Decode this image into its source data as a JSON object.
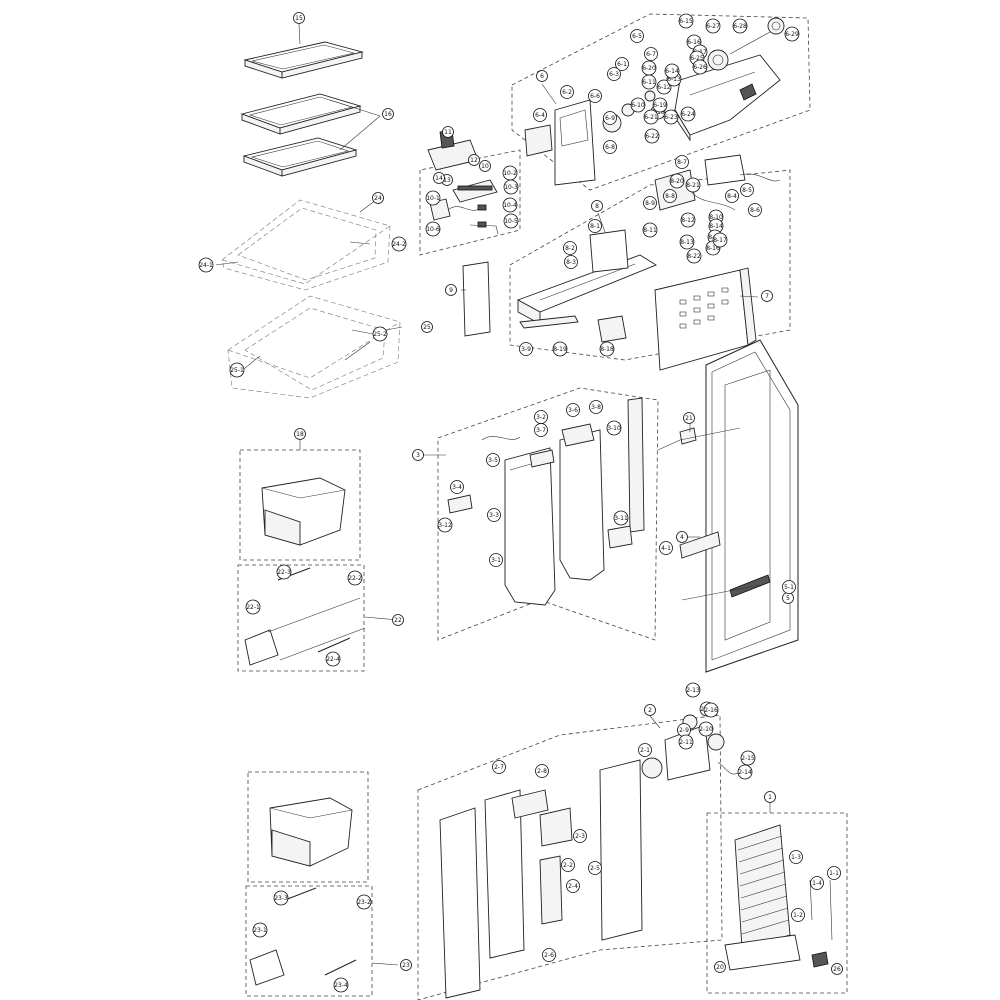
{
  "diagram": {
    "type": "exploded-parts-view",
    "callouts": [
      "15",
      "16",
      "24",
      "24-1",
      "24-2",
      "25",
      "25-1",
      "25-2",
      "11",
      "12",
      "13",
      "14",
      "10",
      "10-1",
      "10-2",
      "10-3",
      "10-4",
      "10-5",
      "10-6",
      "9",
      "6",
      "6-1",
      "6-2",
      "6-3",
      "6-4",
      "6-5",
      "6-6",
      "6-7",
      "6-8",
      "6-9",
      "6-10",
      "6-11",
      "6-12",
      "6-13",
      "6-14",
      "6-15",
      "6-16",
      "6-17",
      "6-18",
      "6-19",
      "6-20",
      "6-21",
      "6-22",
      "6-23",
      "6-24",
      "6-25",
      "6-26",
      "6-27",
      "6-28",
      "6-29",
      "8",
      "8-1",
      "8-2",
      "8-3",
      "8-4",
      "8-5",
      "8-6",
      "8-7",
      "8-8",
      "8-9",
      "8-10",
      "8-11",
      "8-12",
      "8-13",
      "8-14",
      "8-15",
      "8-16",
      "8-17",
      "8-18",
      "8-19",
      "8-20",
      "8-21",
      "8-22",
      "7",
      "3",
      "3-1",
      "3-2",
      "3-3",
      "3-4",
      "3-5",
      "3-6",
      "3-7",
      "3-8",
      "3-9",
      "3-10",
      "3-11",
      "3-12",
      "21",
      "4",
      "4-1",
      "5",
      "5-1",
      "18",
      "22",
      "22-1",
      "22-2",
      "22-3",
      "22-4",
      "2",
      "2-1",
      "2-2",
      "2-3",
      "2-4",
      "2-5",
      "2-6",
      "2-7",
      "2-8",
      "2-9",
      "2-10",
      "2-11",
      "2-12",
      "2-13",
      "2-14",
      "2-15",
      "2-16",
      "1",
      "1-1",
      "1-2",
      "1-3",
      "1-4",
      "20",
      "26",
      "23",
      "23-1",
      "23-2",
      "23-3",
      "23-4"
    ]
  }
}
